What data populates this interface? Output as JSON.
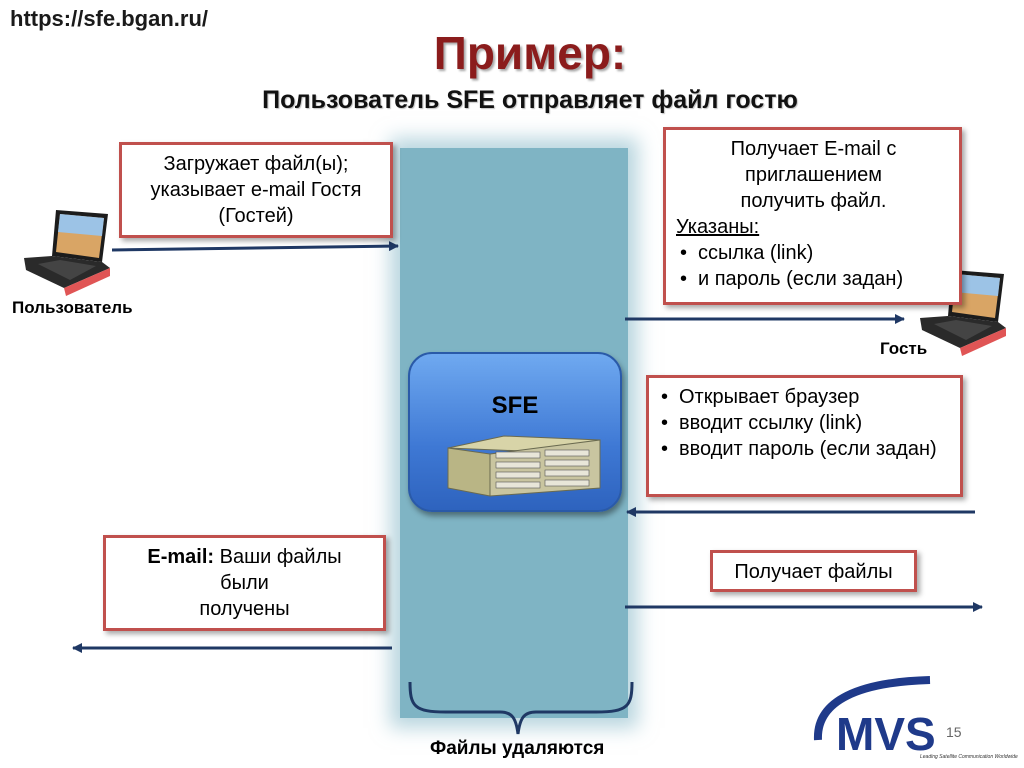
{
  "url": "https://sfe.bgan.ru/",
  "title": "Пример:",
  "subtitle": "Пользователь SFE отправляет файл гостю",
  "user_label": "Пользователь",
  "guest_label": "Гость",
  "sfe_label": "SFE",
  "footer_label": "Файлы удаляются",
  "page_number": "15",
  "logo_text": "MVS",
  "logo_tagline": "Leading Satellite Communication Worldwide",
  "upload_box": {
    "line1": "Загружает файл(ы);",
    "line2": "указывает e-mail Гостя",
    "line3": "(Гостей)"
  },
  "guest_email_box": {
    "line1": "Получает E-mail с",
    "line2": "приглашением",
    "line3": "получить файл.",
    "specified": "Указаны:",
    "bullets": [
      "ссылка (link)",
      "и пароль (если задан)"
    ]
  },
  "browser_box": {
    "bullets": [
      "Открывает браузер",
      "вводит ссылку (link)",
      "вводит пароль (если задан)"
    ]
  },
  "received_files_box": {
    "text": "Получает файлы"
  },
  "notify_box": {
    "prefix": "E-mail:",
    "line1": "Ваши файлы",
    "line2": "были",
    "line3": "получены"
  },
  "colors": {
    "title": "#8b1c1c",
    "box_border": "#c0504d",
    "arrow": "#1f3864",
    "column": "#7fb4c4",
    "node": "#3e78d4"
  },
  "icons": [
    "laptop-icon",
    "server-icon",
    "mvs-logo-icon"
  ]
}
